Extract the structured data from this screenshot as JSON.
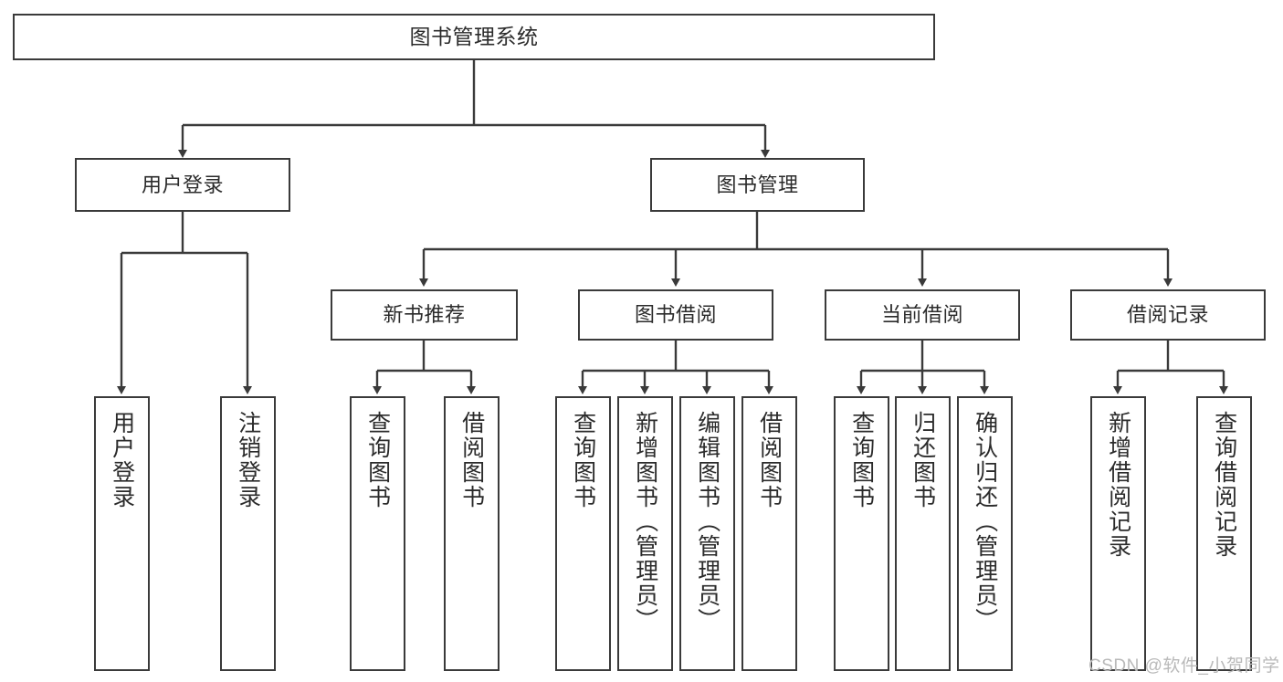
{
  "diagram": {
    "title": "图书管理系统",
    "type": "tree-hierarchy",
    "theme": {
      "background": "#ffffff",
      "box_border": "#3a3a3a",
      "box_fill": "#ffffff",
      "connector": "#3a3a3a",
      "text": "#2b2b2b",
      "watermark": "#b9b9b9"
    }
  },
  "nodes": {
    "root": {
      "label": "图书管理系统"
    },
    "level1": [
      {
        "id": "user-login",
        "label": "用户登录"
      },
      {
        "id": "book-management",
        "label": "图书管理"
      }
    ],
    "level2": [
      {
        "id": "new-book-recommend",
        "label": "新书推荐"
      },
      {
        "id": "book-borrow",
        "label": "图书借阅"
      },
      {
        "id": "current-borrow",
        "label": "当前借阅"
      },
      {
        "id": "borrow-record",
        "label": "借阅记录"
      }
    ],
    "leaves": [
      {
        "id": "leaf-user-login",
        "label": "用户登录"
      },
      {
        "id": "leaf-logout",
        "label": "注销登录"
      },
      {
        "id": "leaf-query-book-1",
        "label": "查询图书"
      },
      {
        "id": "leaf-borrow-book-1",
        "label": "借阅图书"
      },
      {
        "id": "leaf-query-book-2",
        "label": "查询图书"
      },
      {
        "id": "leaf-add-book",
        "label": "新增图书（管理员）"
      },
      {
        "id": "leaf-edit-book",
        "label": "编辑图书（管理员）"
      },
      {
        "id": "leaf-borrow-book-2",
        "label": "借阅图书"
      },
      {
        "id": "leaf-query-book-3",
        "label": "查询图书"
      },
      {
        "id": "leaf-return-book",
        "label": "归还图书"
      },
      {
        "id": "leaf-confirm-return",
        "label": "确认归还（管理员）"
      },
      {
        "id": "leaf-add-record",
        "label": "新增借阅记录"
      },
      {
        "id": "leaf-query-record",
        "label": "查询借阅记录"
      }
    ]
  },
  "watermark": {
    "text": "CSDN @软件_小贺同学"
  }
}
